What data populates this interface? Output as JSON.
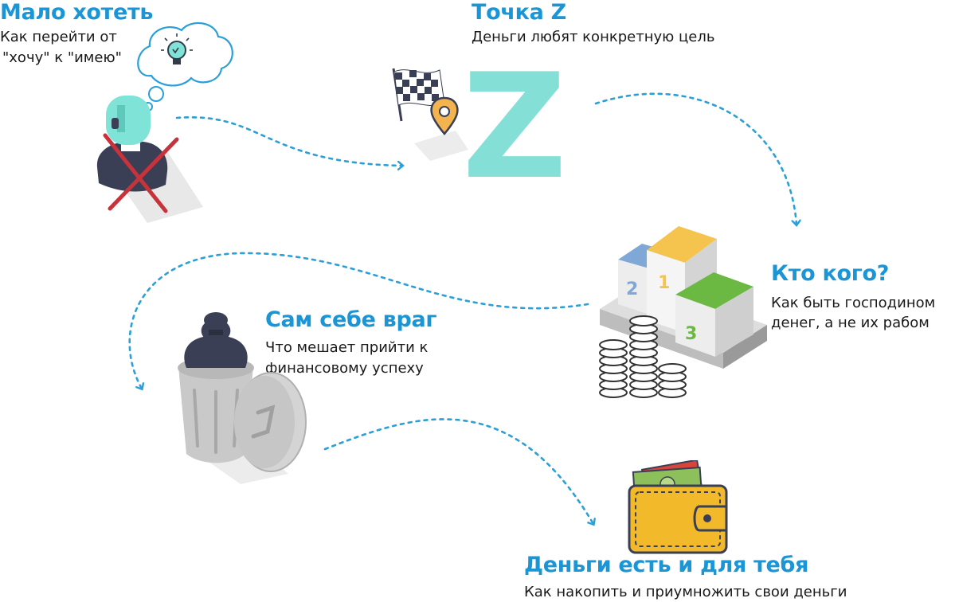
{
  "colors": {
    "accent": "#1a96d6",
    "teal": "#84e0d6",
    "connector": "#2a9fd8",
    "cross": "#c8323a",
    "podium_gold": "#f4c44e",
    "podium_green": "#6bb842",
    "podium_blue": "#7fa8d6",
    "wallet": "#f2b92b"
  },
  "steps": [
    {
      "id": "want",
      "title": "Мало хотеть",
      "lines": [
        "Как перейти от",
        "\"хочу\" к \"имею\""
      ],
      "icon": "person-crossed-icon"
    },
    {
      "id": "pointz",
      "title": "Точка Z",
      "lines": [
        "Деньги любят конкретную цель"
      ],
      "icon": "finish-flag-icon",
      "big_letter": "Z"
    },
    {
      "id": "who",
      "title": "Кто кого?",
      "lines": [
        "Как быть господином",
        "денег, а не их рабом"
      ],
      "icon": "podium-coins-icon",
      "podium_places": [
        "1",
        "2",
        "3"
      ]
    },
    {
      "id": "enemy",
      "title": "Сам себе враг",
      "lines": [
        "Что мешает прийти к",
        "финансовому успеху"
      ],
      "icon": "trash-can-icon"
    },
    {
      "id": "money",
      "title": "Деньги есть и для тебя",
      "lines": [
        "Как накопить и приумножить свои деньги"
      ],
      "icon": "wallet-icon"
    }
  ]
}
